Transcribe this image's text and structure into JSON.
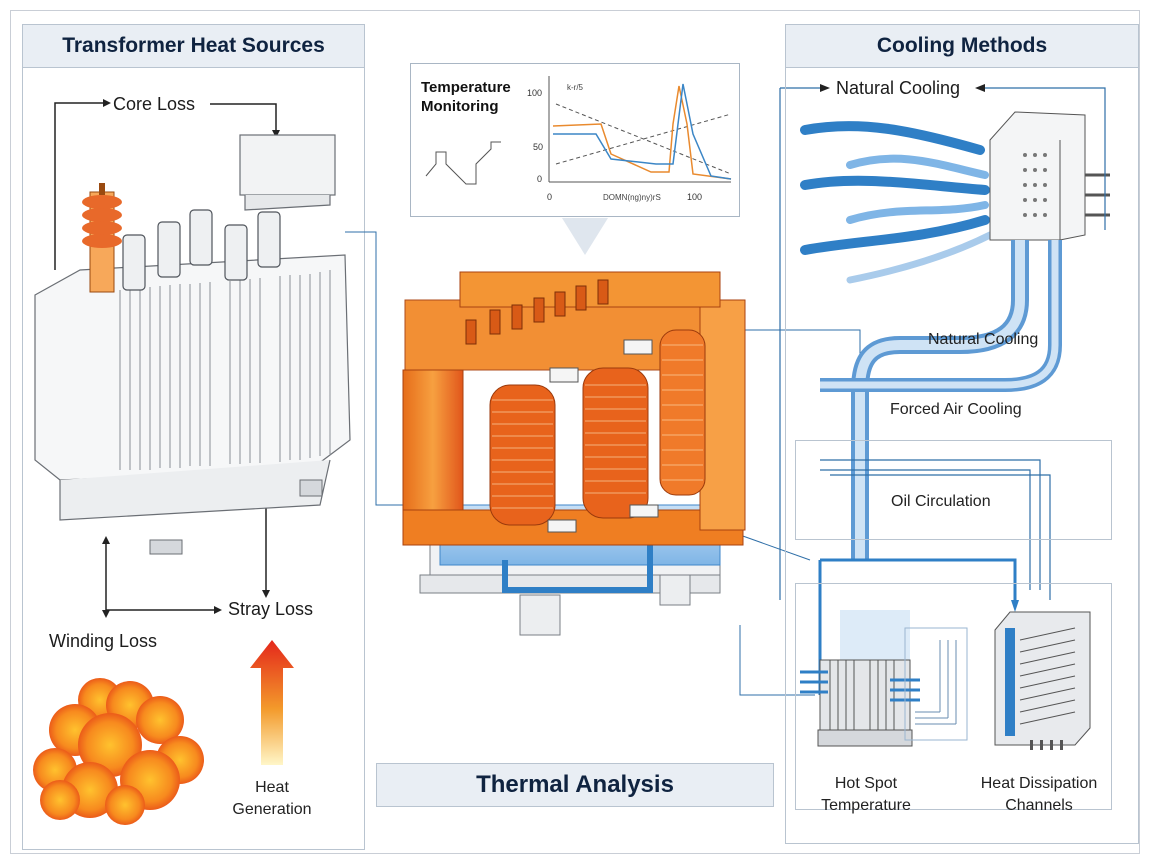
{
  "left_panel": {
    "title": "Transformer Heat Sources",
    "labels": {
      "core_loss": "Core Loss",
      "stray_loss": "Stray Loss",
      "winding_loss": "Winding Loss",
      "heat_generation_1": "Heat",
      "heat_generation_2": "Generation"
    }
  },
  "center": {
    "monitor": {
      "title_1": "Temperature",
      "title_2": "Monitoring",
      "chart_ticks": [
        "100",
        "50",
        "0"
      ],
      "x_ticks": [
        "0",
        "100"
      ],
      "x_label": "DOMN(ng)ny)rS",
      "small_label": "k-r/5"
    },
    "title": "Thermal Analysis"
  },
  "right_panel": {
    "title": "Cooling Methods",
    "labels": {
      "natural_cooling_top": "Natural Cooling",
      "natural_cooling_mid": "Natural Cooling",
      "forced_air": "Forced Air Cooling",
      "oil_circulation": "Oil Circulation",
      "hot_spot_1": "Hot Spot",
      "hot_spot_2": "Temperature",
      "heat_dissipation_1": "Heat Dissipation",
      "heat_dissipation_2": "Channels"
    }
  },
  "colors": {
    "orange": "#f07a1f",
    "deep_orange": "#e0541a",
    "blue": "#2f7fc6",
    "light_blue": "#a9cbeb",
    "panel_header": "#e9eef4",
    "heading_text": "#0f2340",
    "arrow_red": "#e4271b"
  }
}
